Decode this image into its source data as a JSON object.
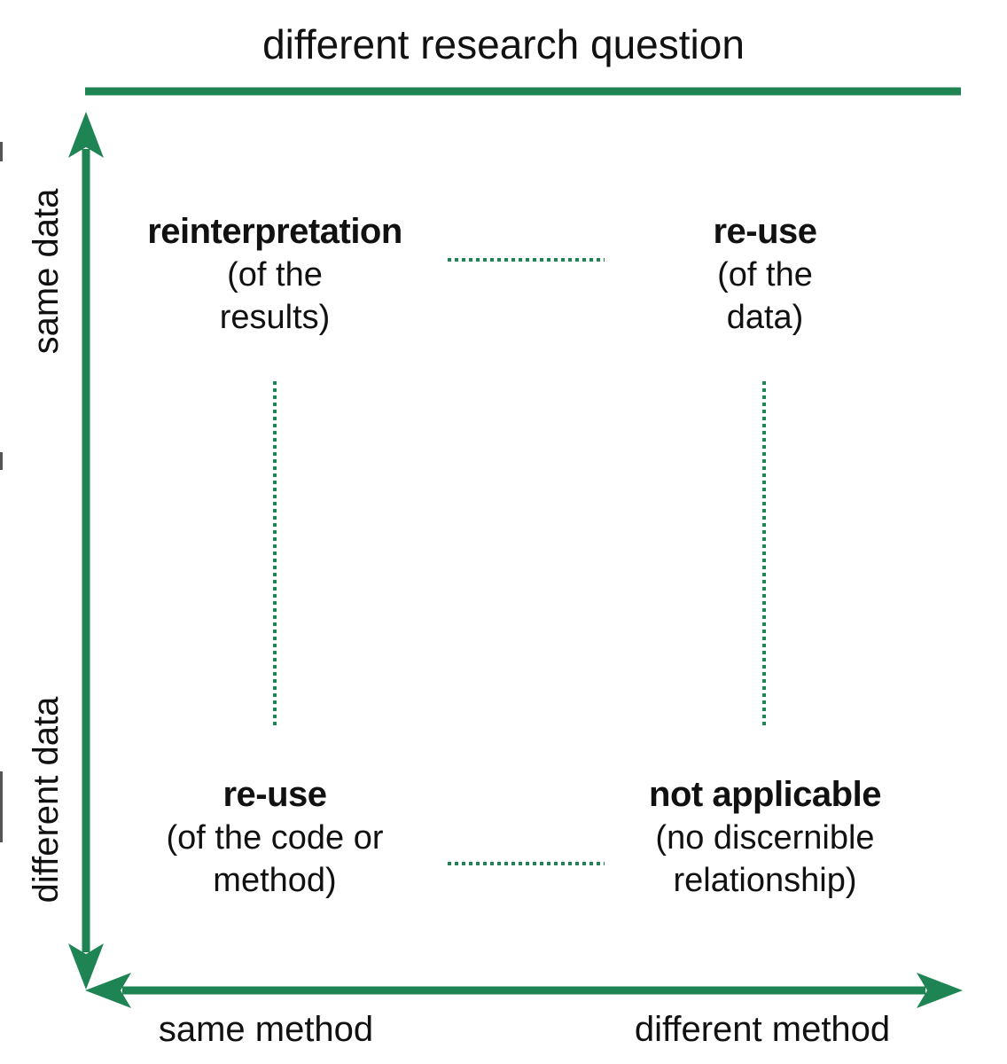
{
  "header": {
    "title": "different research question"
  },
  "axes": {
    "x_left": "same method",
    "x_right": "different method",
    "y_top": "same data",
    "y_bottom": "different data"
  },
  "cells": {
    "top_left": {
      "title": "reinterpretation",
      "line1": "(of the",
      "line2": "results)"
    },
    "top_right": {
      "title": "re-use",
      "line1": "(of the",
      "line2": "data)"
    },
    "bottom_left": {
      "title": "re-use",
      "line1": "(of the code or",
      "line2": "method)"
    },
    "bottom_right": {
      "title": "not applicable",
      "line1": "(no discernible",
      "line2": "relationship)"
    }
  },
  "colors": {
    "accent": "#1e8453",
    "text": "#111111",
    "background": "#ffffff"
  }
}
